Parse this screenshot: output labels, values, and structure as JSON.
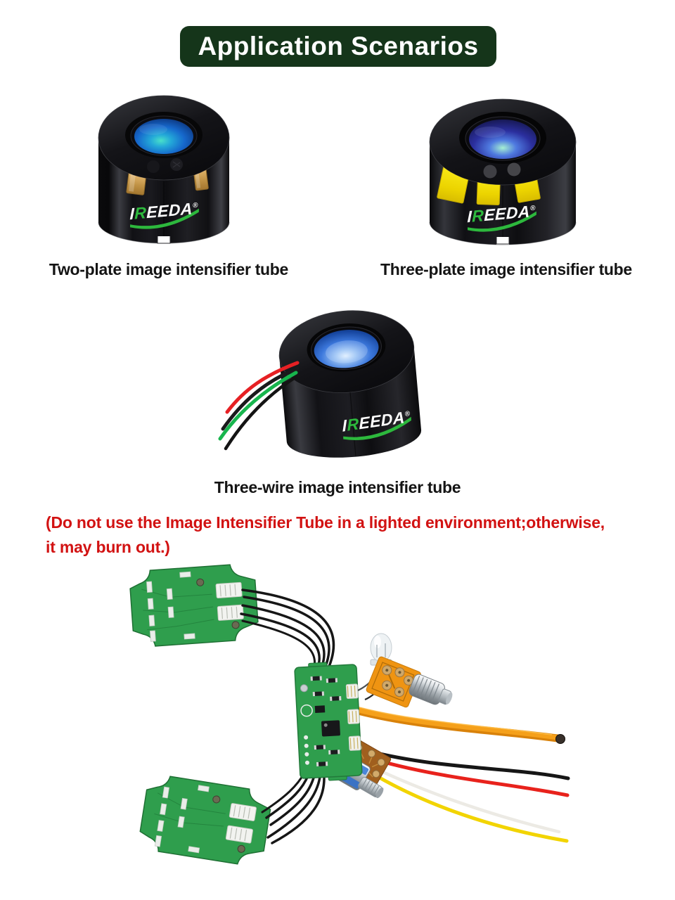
{
  "header": {
    "title": "Application Scenarios",
    "background_color": "#15351a",
    "text_color": "#ffffff"
  },
  "brand": {
    "logo_prefix": "I",
    "logo_accent_letter": "R",
    "logo_suffix": "EEDA",
    "registered_mark": "®",
    "accent_color": "#2db83d"
  },
  "products": [
    {
      "id": "two-plate",
      "caption": "Two-plate image intensifier tube",
      "plate_count": 2,
      "plate_color": "#d9b060",
      "lens_colors": [
        "#49e0c9",
        "#1668cc",
        "#0a2a63"
      ]
    },
    {
      "id": "three-plate",
      "caption": "Three-plate image intensifier tube",
      "plate_count": 3,
      "plate_color": "#f2e300",
      "lens_colors": [
        "#a6f0d2",
        "#2b2f9e",
        "#14164e"
      ]
    },
    {
      "id": "three-wire",
      "caption": "Three-wire image intensifier tube",
      "wire_count": 3,
      "wire_colors": [
        "#e62024",
        "#17b54d",
        "#1a1a1c"
      ],
      "lens_colors": [
        "#e8f4ff",
        "#3c78dc",
        "#0e2f74"
      ]
    }
  ],
  "warning": {
    "lines": [
      "(Do not use the Image Intensifier Tube in a lighted environment;otherwise,",
      "it may burn out.)"
    ],
    "color": "#d21212"
  },
  "circuit_photo": {
    "pcb_color": "#2f9e4d",
    "flex_cable_color": "#ef9412",
    "wire_colors": [
      "#161616",
      "#e8221c",
      "#f2d400",
      "#eceae4"
    ]
  }
}
